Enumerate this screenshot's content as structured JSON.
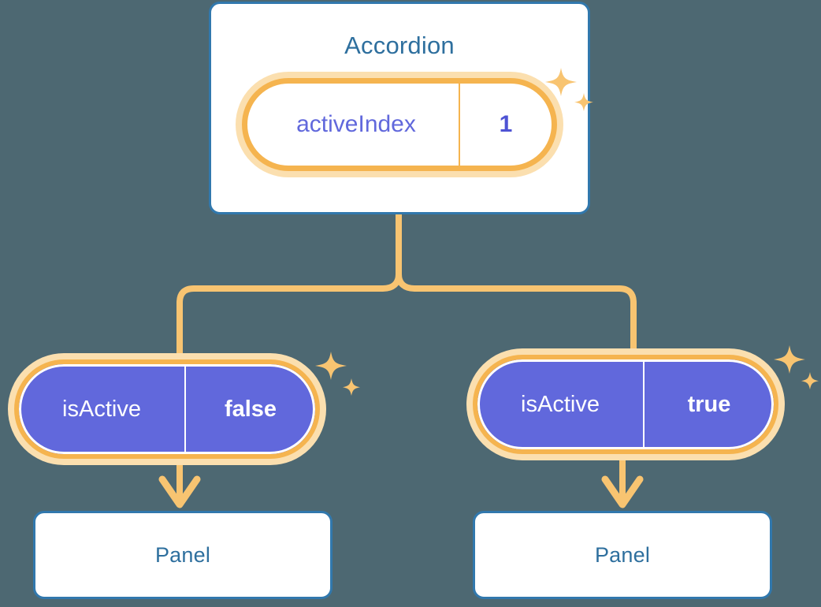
{
  "theme": {
    "background": "#4d6872",
    "card_border": "#3178ad",
    "card_fill": "#ffffff",
    "title_text": "#2e6f9e",
    "accent_orange": "#f5b44f",
    "accent_orange_glow": "#fbdfaf",
    "state_purple": "#6168dc",
    "value_text": "#4e53d4",
    "pill_text_light": "#ffffff"
  },
  "tree": {
    "root": {
      "title": "Accordion",
      "state_pill": {
        "key": "activeIndex",
        "value": "1",
        "style": "light",
        "sparkle": "sparkle-icon"
      }
    },
    "branches": [
      {
        "state_pill": {
          "key": "isActive",
          "value": "false",
          "style": "solid",
          "sparkle": "sparkle-icon"
        },
        "child": {
          "title": "Panel",
          "arrow": "arrow-down-icon"
        }
      },
      {
        "state_pill": {
          "key": "isActive",
          "value": "true",
          "style": "solid",
          "sparkle": "sparkle-icon"
        },
        "child": {
          "title": "Panel",
          "arrow": "arrow-down-icon"
        }
      }
    ]
  }
}
